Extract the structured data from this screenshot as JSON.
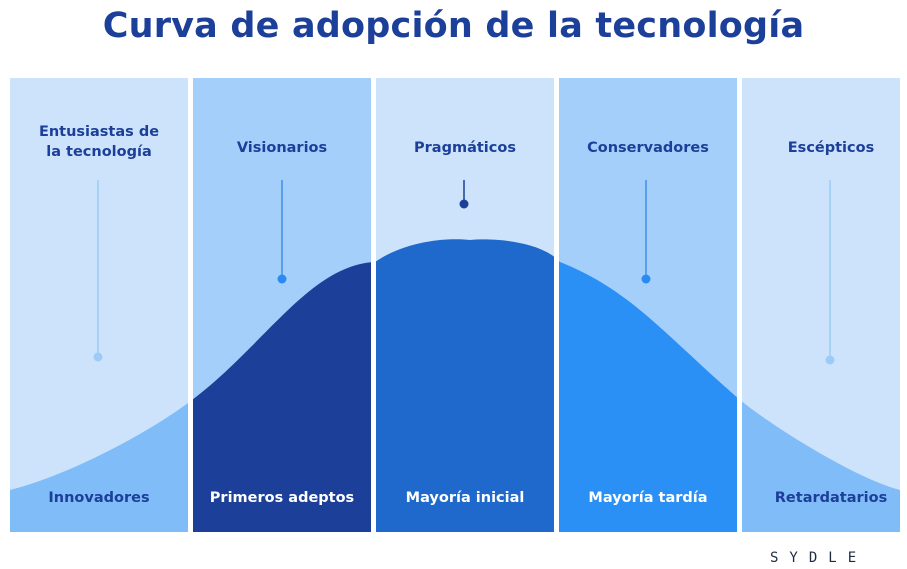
{
  "title": "Curva de adopción de la tecnología",
  "brand": "SYDLE",
  "segments": [
    {
      "group": "Entusiastas de\nla tecnología",
      "label": "Innovadores"
    },
    {
      "group": "Visionarios",
      "label": "Primeros adeptos"
    },
    {
      "group": "Pragmáticos",
      "label": "Mayoría inicial"
    },
    {
      "group": "Conservadores",
      "label": "Mayoría tardía"
    },
    {
      "group": "Escépticos",
      "label": "Retardatarios"
    }
  ],
  "colors": {
    "title": "#1c3f99",
    "band_light": "#cde3fb",
    "band_mid": "#a4cffb",
    "curve_innovators": "#7fbcf8",
    "curve_early_adopters": "#1c3f99",
    "curve_early_majority": "#1f69cc",
    "curve_late_majority": "#2b90f5",
    "curve_laggards": "#7fbcf8"
  }
}
